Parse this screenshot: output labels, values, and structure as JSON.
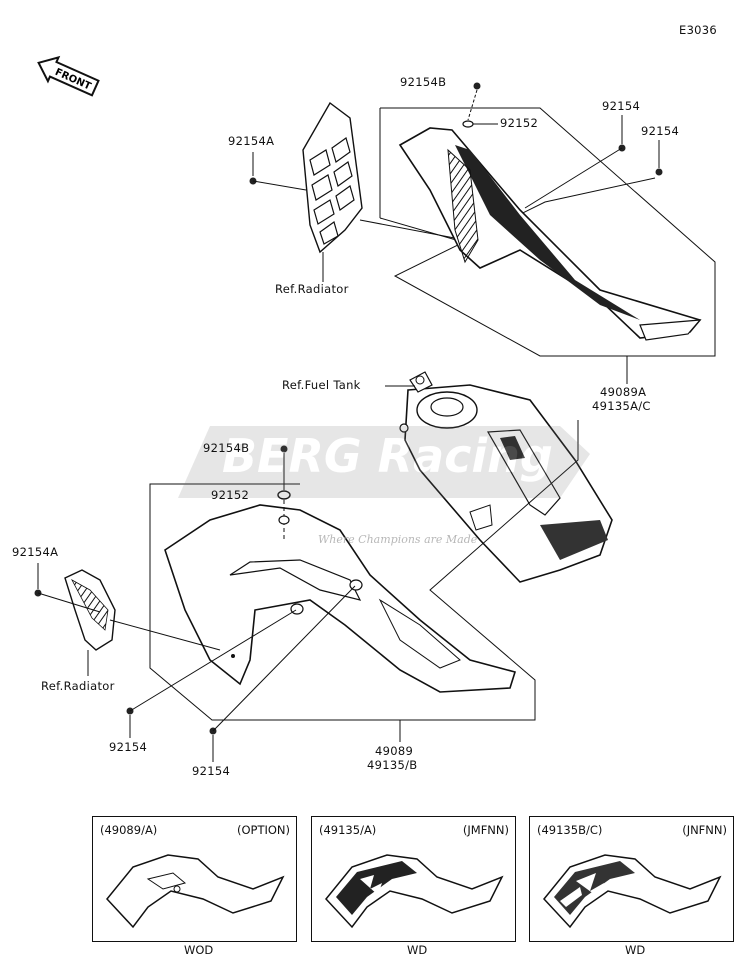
{
  "diagram_id": "E3036",
  "front_label": "FRONT",
  "watermark": {
    "brand": "BERG Racing",
    "tagline": "Where Champions are Made"
  },
  "callouts": {
    "upper_92154B": "92154B",
    "upper_92152": "92152",
    "upper_92154_a": "92154",
    "upper_92154_b": "92154",
    "upper_92154A": "92154A",
    "upper_ref_radiator": "Ref.Radiator",
    "upper_part_a": "49089A",
    "upper_part_b": "49135A/C",
    "ref_fuel_tank": "Ref.Fuel Tank",
    "lower_92154B": "92154B",
    "lower_92152": "92152",
    "lower_92154A": "92154A",
    "lower_ref_radiator": "Ref.Radiator",
    "lower_92154_a": "92154",
    "lower_92154_b": "92154",
    "lower_part_a": "49089",
    "lower_part_b": "49135/B"
  },
  "variants": [
    {
      "code": "(49089/A)",
      "spec": "(OPTION)",
      "caption": "WOD"
    },
    {
      "code": "(49135/A)",
      "spec": "(JMFNN)",
      "caption": "WD"
    },
    {
      "code": "(49135B/C)",
      "spec": "(JNFNN)",
      "caption": "WD"
    }
  ]
}
